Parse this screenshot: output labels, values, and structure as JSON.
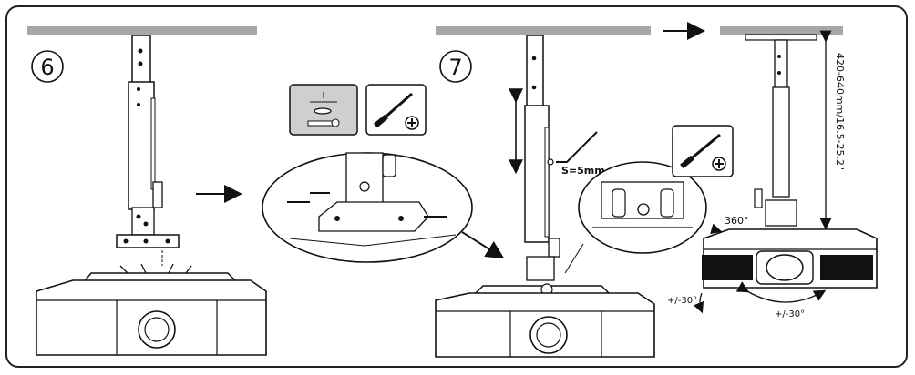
{
  "steps": {
    "step6_number": "6",
    "step7_number": "7"
  },
  "labels": {
    "hex_key_size": "S=5mm",
    "rotation": "360°",
    "tilt_side": "+/-30°",
    "tilt_front": "+/-30°",
    "length_range": "420-640mm/16.5-25.2\"",
    "parts_count": "I"
  },
  "icons": {
    "screwdriver_plus": "screwdriver-plus-icon",
    "washer_screw": "washer-screw-icon"
  },
  "colors": {
    "ceiling_gray": "#a7a7a7",
    "line": "#1a1a1a",
    "panel_gray": "#cfcfcf"
  }
}
